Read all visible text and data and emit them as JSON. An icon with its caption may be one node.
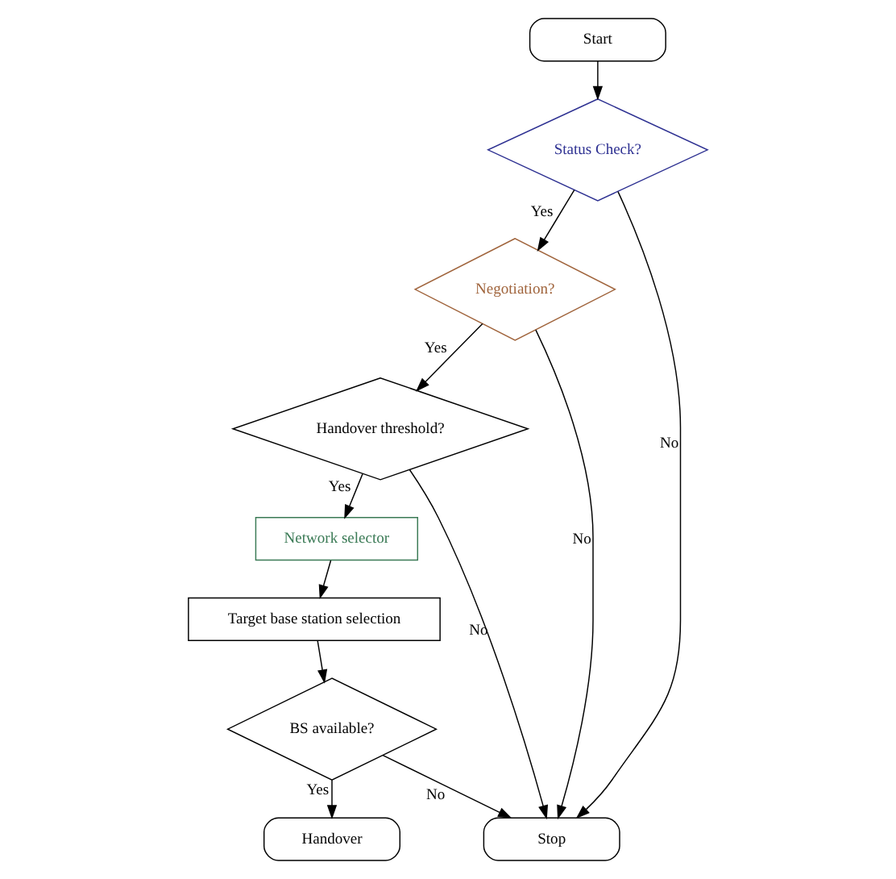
{
  "diagram": {
    "nodes": [
      {
        "text": [
          "Start"
        ]
      },
      {
        "text": [
          "Status Check?"
        ]
      },
      {
        "text": [
          "Negotiation?"
        ]
      },
      {
        "text": [
          "Handover threshold?"
        ]
      },
      {
        "text": [
          "Network selector"
        ]
      },
      {
        "text": [
          "Target base station selection"
        ]
      },
      {
        "text": [
          "BS available?"
        ]
      },
      {
        "text": [
          "Stop"
        ]
      },
      {
        "text": [
          "Handover"
        ]
      }
    ],
    "edges": [
      {
        "from": 0,
        "to": 1,
        "arrow": "to"
      },
      {
        "from": 1,
        "to": 2,
        "arrow": "to",
        "label": "Yes"
      },
      {
        "from": 1,
        "to": 7,
        "arrow": "to",
        "label": "No"
      },
      {
        "from": 2,
        "to": 3,
        "arrow": "to",
        "label": "Yes"
      },
      {
        "from": 2,
        "to": 7,
        "arrow": "to",
        "label": "No"
      },
      {
        "from": 3,
        "to": 4,
        "arrow": "to",
        "label": "Yes"
      },
      {
        "from": 3,
        "to": 7,
        "arrow": "to",
        "label": "No"
      },
      {
        "from": 4,
        "to": 5,
        "arrow": "to"
      },
      {
        "from": 5,
        "to": 6,
        "arrow": "to"
      },
      {
        "from": 6,
        "to": 7,
        "arrow": "to",
        "label": "No"
      },
      {
        "from": 6,
        "to": 8,
        "arrow": "to",
        "label": "Yes"
      }
    ]
  }
}
